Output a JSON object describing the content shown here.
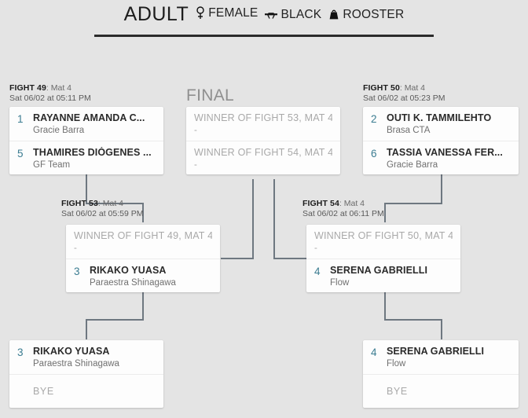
{
  "header": {
    "division": "ADULT",
    "tags": [
      {
        "icon": "female-gender-icon",
        "label": "FEMALE"
      },
      {
        "icon": "belt-knot-icon",
        "label": "BLACK"
      },
      {
        "icon": "weight-icon",
        "label": "ROOSTER"
      }
    ]
  },
  "final_label": "FINAL",
  "matches": [
    {
      "id": "fight-49",
      "meta_fight": "FIGHT 49",
      "meta_mat": ": Mat 4",
      "meta_time": "Sat 06/02 at 05:11 PM",
      "slots": [
        {
          "seed": "1",
          "name": "RAYANNE AMANDA C...",
          "team": "Gracie Barra",
          "kind": "competitor"
        },
        {
          "seed": "5",
          "name": "THAMIRES DIÓGENES ...",
          "team": "GF Team",
          "kind": "competitor"
        }
      ]
    },
    {
      "id": "final",
      "meta_fight": "",
      "meta_mat": "",
      "meta_time": "",
      "slots": [
        {
          "seed": "",
          "name": "WINNER OF FIGHT 53, MAT 4",
          "team": "-",
          "kind": "placeholder"
        },
        {
          "seed": "",
          "name": "WINNER OF FIGHT 54, MAT 4",
          "team": "-",
          "kind": "placeholder"
        }
      ]
    },
    {
      "id": "fight-50",
      "meta_fight": "FIGHT 50",
      "meta_mat": ": Mat 4",
      "meta_time": "Sat 06/02 at 05:23 PM",
      "slots": [
        {
          "seed": "2",
          "name": "OUTI K. TAMMILEHTO",
          "team": "Brasa CTA",
          "kind": "competitor"
        },
        {
          "seed": "6",
          "name": "TASSIA VANESSA FER...",
          "team": "Gracie Barra",
          "kind": "competitor"
        }
      ]
    },
    {
      "id": "fight-53",
      "meta_fight": "FIGHT 53",
      "meta_mat": ": Mat 4",
      "meta_time": "Sat 06/02 at 05:59 PM",
      "slots": [
        {
          "seed": "",
          "name": "WINNER OF FIGHT 49, MAT 4",
          "team": "-",
          "kind": "placeholder"
        },
        {
          "seed": "3",
          "name": "RIKAKO YUASA",
          "team": "Paraestra Shinagawa",
          "kind": "competitor"
        }
      ]
    },
    {
      "id": "fight-54",
      "meta_fight": "FIGHT 54",
      "meta_mat": ": Mat 4",
      "meta_time": "Sat 06/02 at 06:11 PM",
      "slots": [
        {
          "seed": "",
          "name": "WINNER OF FIGHT 50, MAT 4",
          "team": "-",
          "kind": "placeholder"
        },
        {
          "seed": "4",
          "name": "SERENA GABRIELLI",
          "team": "Flow",
          "kind": "competitor"
        }
      ]
    },
    {
      "id": "round1-left",
      "meta_fight": "",
      "meta_mat": "",
      "meta_time": "",
      "slots": [
        {
          "seed": "3",
          "name": "RIKAKO YUASA",
          "team": "Paraestra Shinagawa",
          "kind": "competitor"
        },
        {
          "seed": "",
          "name": "BYE",
          "team": "",
          "kind": "bye"
        }
      ]
    },
    {
      "id": "round1-right",
      "meta_fight": "",
      "meta_mat": "",
      "meta_time": "",
      "slots": [
        {
          "seed": "4",
          "name": "SERENA GABRIELLI",
          "team": "Flow",
          "kind": "competitor"
        },
        {
          "seed": "",
          "name": "BYE",
          "team": "",
          "kind": "bye"
        }
      ]
    }
  ],
  "colors": {
    "background": "#e4e4e4",
    "card": "#fdfdfd",
    "seed_accent": "#3b7c91",
    "name_text": "#2a2a2a",
    "team_text": "#707070",
    "placeholder_text": "#a9a9a9",
    "connector": "#6e7780",
    "rule": "#2b2b2b"
  }
}
